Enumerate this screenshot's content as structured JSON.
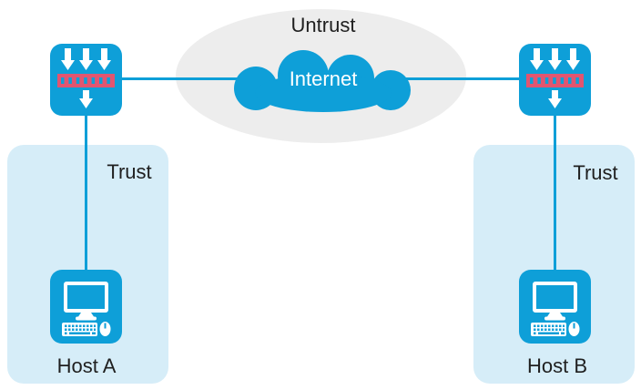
{
  "diagram": {
    "type": "network-topology",
    "zones": {
      "untrust": {
        "label": "Untrust"
      },
      "trust_a": {
        "label": "Trust"
      },
      "trust_b": {
        "label": "Trust"
      }
    },
    "nodes": {
      "internet": {
        "label": "Internet",
        "icon": "cloud-icon"
      },
      "firewall_a": {
        "icon": "firewall-icon"
      },
      "firewall_b": {
        "icon": "firewall-icon"
      },
      "host_a": {
        "label": "Host A",
        "icon": "computer-icon"
      },
      "host_b": {
        "label": "Host B",
        "icon": "computer-icon"
      }
    },
    "links": [
      {
        "from": "firewall_a",
        "to": "internet"
      },
      {
        "from": "internet",
        "to": "firewall_b"
      },
      {
        "from": "firewall_a",
        "to": "host_a"
      },
      {
        "from": "firewall_b",
        "to": "host_b"
      }
    ],
    "colors": {
      "device_blue": "#0e9fd8",
      "firewall_bar_red": "#e25570",
      "trust_zone_fill": "#d6edf8",
      "untrust_zone_fill": "#ededed",
      "link_blue": "#0e9fd8",
      "label_text": "#1f1f1f",
      "internet_label_text": "#ffffff"
    }
  }
}
